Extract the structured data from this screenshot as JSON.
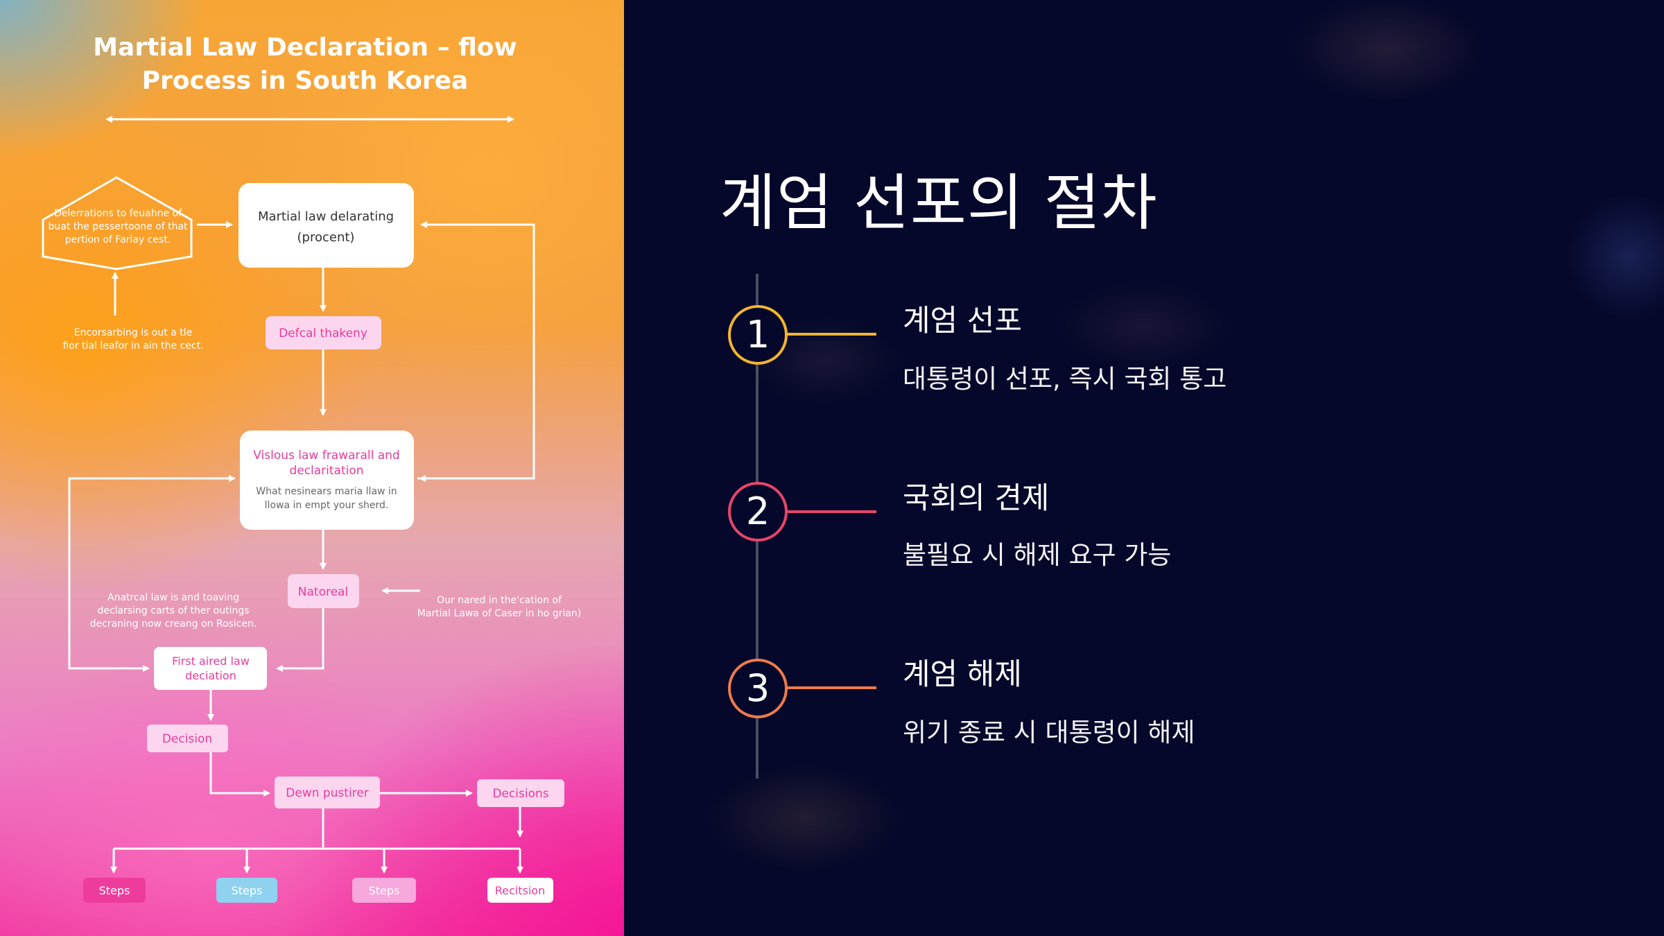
{
  "left_image": {
    "title_line1": "Martial Law Declaration – flow",
    "title_line2": "Process in South Korea",
    "hexagon_line1": "Delerrations to feuahne of",
    "hexagon_line2": "buat the pessertoone of that",
    "hexagon_line3": "pertion of Farlay cest.",
    "note_left_line1": "Encorsarbing is out a tle",
    "note_left_line2": "fior tial leafor in ain the cect.",
    "box_main_line1": "Martial law delarating",
    "box_main_line2": "(procent)",
    "pill_defcal": "Defcal thakeny",
    "box_vislous_line1": "Vislous law frawarall and",
    "box_vislous_line2": "declaritation",
    "box_vislous_sub1": "What nesinears maria llaw in",
    "box_vislous_sub2": "llowa in empt your sherd.",
    "pill_natoreal": "Natoreal",
    "note_mid_left_line1": "Anatrcal law is and toaving",
    "note_mid_left_line2": "declarsing carts of ther outings",
    "note_mid_left_line3": "decraning now creang on Rosicen.",
    "note_right_line1": "Our nared in the'cation of",
    "note_right_line2": "Martial Lawa of Caser in ho grian)",
    "box_first_line1": "First aired law",
    "box_first_line2": "deciation",
    "pill_decision": "Decision",
    "pill_down": "Dewn pustirer",
    "pill_decisions": "Decisions",
    "pill_steps_1": "Steps",
    "pill_steps_2": "Steps",
    "pill_steps_3": "Steps",
    "pill_recitsion": "Recitsion"
  },
  "slide": {
    "title": "계엄 선포의 절차",
    "steps": [
      {
        "number": "1",
        "title": "계엄 선포",
        "description": "대통령이 선포, 즉시 국회 통고",
        "color": "#f2b531"
      },
      {
        "number": "2",
        "title": "국회의 견제",
        "description": "불필요 시 해제 요구 가능",
        "color": "#e8456a"
      },
      {
        "number": "3",
        "title": "계엄 해제",
        "description": "위기 종료 시 대통령이 해제",
        "color": "#ef7a4c"
      }
    ]
  }
}
